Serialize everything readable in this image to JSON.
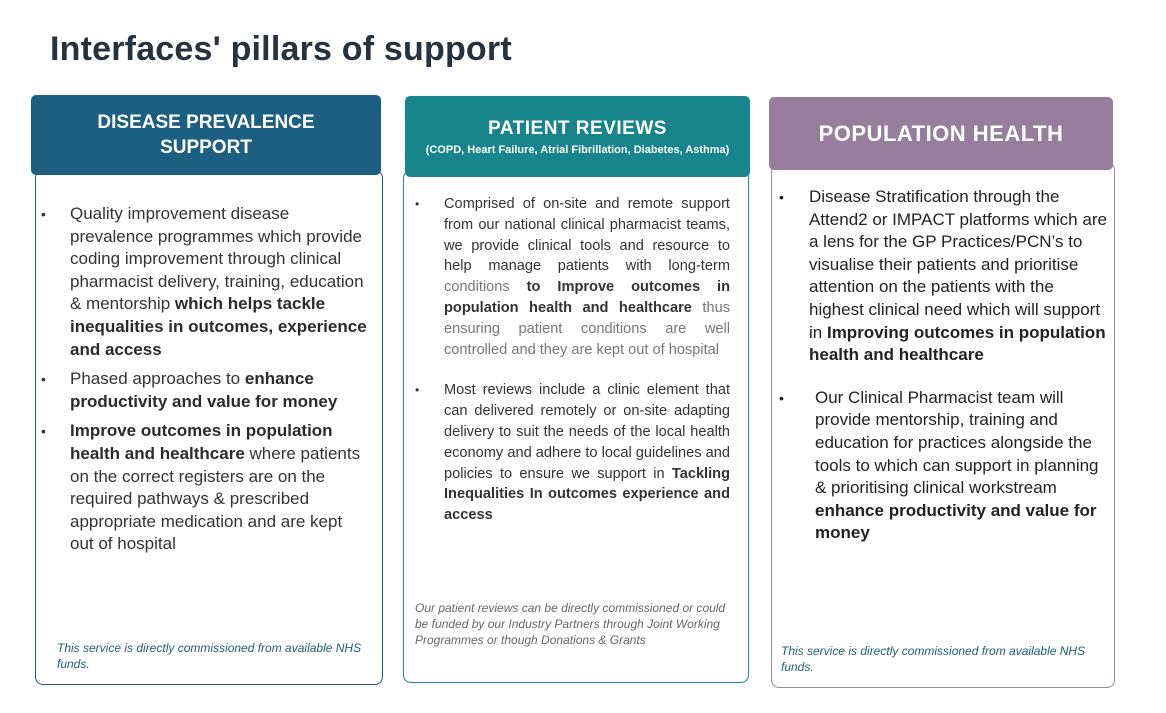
{
  "page": {
    "title": "Interfaces' pillars of support"
  },
  "pillars": [
    {
      "header": "DISEASE PREVALENCE SUPPORT",
      "bullets": [
        {
          "plain": "Quality improvement disease prevalence programmes which provide coding improvement through clinical pharmacist delivery, training, education & mentorship ",
          "bold": "which helps tackle inequalities in outcomes, experience and access"
        },
        {
          "plain": "Phased approaches to ",
          "bold": "enhance productivity and value for money"
        },
        {
          "bold": "Improve outcomes in population health and healthcare",
          "plain": " where patients on the correct registers are on the required pathways & prescribed appropriate medication and are kept out of hospital"
        }
      ],
      "footnote": "This service is directly commissioned from available NHS funds."
    },
    {
      "header": "PATIENT REVIEWS",
      "subheader": "(COPD, Heart Failure, Atrial Fibrillation, Diabetes, Asthma)",
      "bullets": [
        {
          "plain": "Comprised of on-site and remote support from our national clinical pharmacist teams, we provide clinical tools and resource to help manage patients with long-term ",
          "grey": "conditions",
          "bold": " to Improve outcomes in population health and healthcare",
          "tail": " thus ensuring patient conditions are well controlled and they are kept out of hospital"
        },
        {
          "plain": "Most reviews include a clinic element that can delivered remotely or on-site adapting delivery to suit the needs of the local health economy and adhere to local guidelines and policies to ensure we support in ",
          "bold": "Tackling Inequalities In outcomes experience and access"
        }
      ],
      "footnote": "Our patient reviews can be directly commissioned or could be funded by our Industry Partners through Joint Working Programmes or though Donations & Grants"
    },
    {
      "header": "POPULATION HEALTH",
      "bullets": [
        {
          "plain": "Disease Stratification through the Attend2 or IMPACT platforms which are a lens for the GP Practices/PCN’s to visualise their patients and prioritise attention on the patients with the highest clinical need which will support in ",
          "bold": "Improving outcomes in population health and healthcare"
        },
        {
          "plain": "Our Clinical Pharmacist team will provide mentorship, training and education for practices alongside the tools to which can support in planning & prioritising clinical workstream ",
          "bold": "enhance productivity and value for money"
        }
      ],
      "footnote": "This service is directly commissioned from available NHS funds."
    }
  ],
  "colors": {
    "pillar1": "#1c5f80",
    "pillar2": "#18858d",
    "pillar3": "#967e9c",
    "title": "#26323f"
  },
  "bullet_glyph": "•"
}
